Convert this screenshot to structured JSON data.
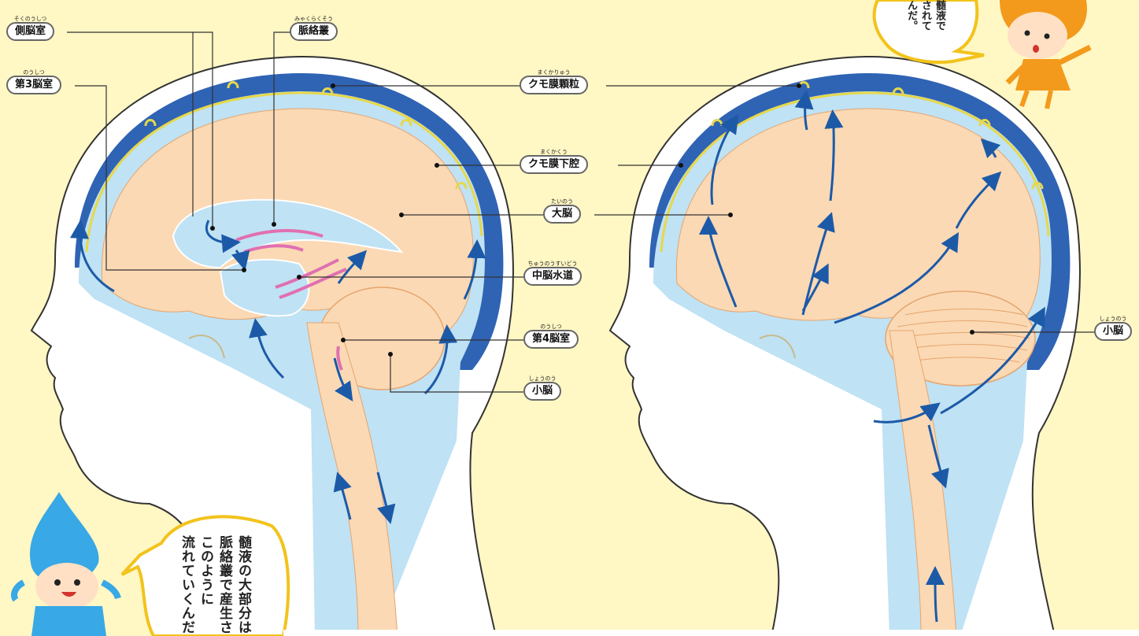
{
  "labels": {
    "lateral_ventricle": {
      "ruby": "そくのうしつ",
      "text": "側脳室"
    },
    "choroid_plexus": {
      "ruby": "みゃくらくそう",
      "text": "脈絡叢"
    },
    "third_ventricle": {
      "ruby": "のうしつ",
      "text": "第3脳室"
    },
    "arachnoid_granulation": {
      "ruby": "まくかりゅう",
      "text": "クモ膜顆粒"
    },
    "subarachnoid_space": {
      "ruby": "まくかくう",
      "text": "クモ膜下腔"
    },
    "cerebrum": {
      "ruby": "たいのう",
      "text": "大脳"
    },
    "cerebral_aqueduct": {
      "ruby": "ちゅうのうすいどう",
      "text": "中脳水道"
    },
    "fourth_ventricle": {
      "ruby": "のうしつ",
      "text": "第4脳室"
    },
    "cerebellum": {
      "ruby": "しょうのう",
      "text": "小脳"
    },
    "cerebellum_right": {
      "ruby": "しょうのう",
      "text": "小脳"
    }
  },
  "speech_bottom": {
    "lines": [
      "髄液の大部分は",
      "脈絡叢で産生さ",
      "このように",
      "流れていくんだ"
    ]
  },
  "speech_top": {
    "lines": [
      "髄液で",
      "されて",
      "んだ。"
    ]
  },
  "colors": {
    "background": "#fff7c4",
    "csf": "#bfe2f4",
    "dura_band": "#2f63b4",
    "brain": "#fbd9b4",
    "arrow": "#1c5aa8",
    "plexus": "#e070b0",
    "membrane": "#e6d84a",
    "character_blue": "#38a8e6",
    "character_orange": "#f39a1c"
  }
}
